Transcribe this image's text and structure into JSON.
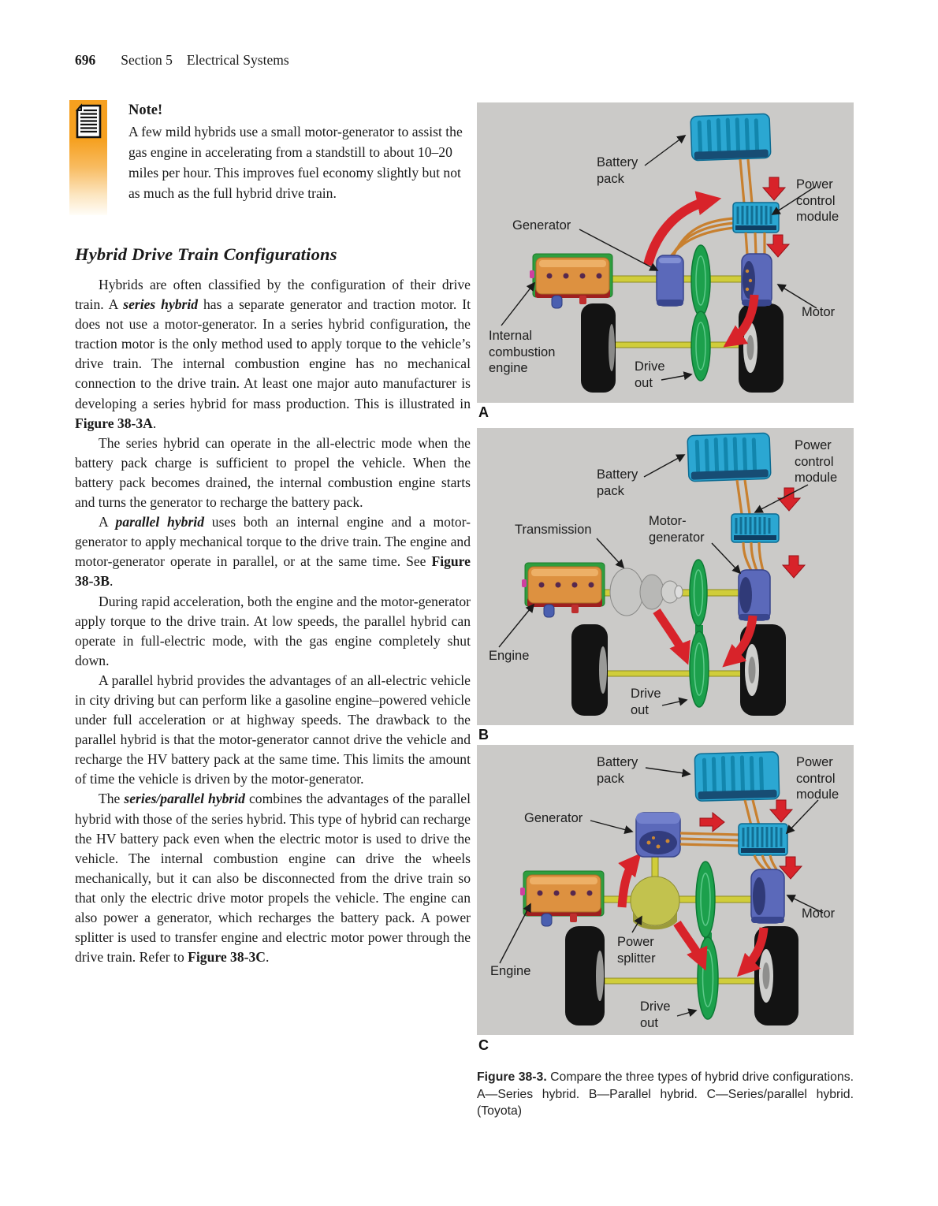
{
  "header": {
    "page_number": "696",
    "section": "Section 5",
    "title": "Electrical Systems"
  },
  "note": {
    "title": "Note!",
    "body": "A few mild hybrids use a small motor-generator to assist the gas engine in accelerating from a standstill to about 10–20 miles per hour. This improves fuel economy slightly but not as much as the full hybrid drive train."
  },
  "heading": "Hybrid Drive Train Configurations",
  "paragraphs": [
    [
      [
        "Hybrids are often classified by the configuration of their drive train. A ",
        "n"
      ],
      [
        "series hybrid",
        "bi"
      ],
      [
        " has a separate generator and traction motor. It does not use a motor-generator. In a series hybrid configuration, the traction motor is the only method used to apply torque to the vehicle’s drive train. The internal combustion engine has no mechanical connection to the drive train. At least one major auto manufacturer is developing a series hybrid for mass production. This is illustrated in ",
        "n"
      ],
      [
        "Figure 38-3A",
        "b"
      ],
      [
        ".",
        "n"
      ]
    ],
    [
      [
        "The series hybrid can operate in the all-electric mode when the battery pack charge is sufficient to propel the vehicle. When the battery pack becomes drained, the internal combustion engine starts and turns the generator to recharge the battery pack.",
        "n"
      ]
    ],
    [
      [
        "A ",
        "n"
      ],
      [
        "parallel hybrid",
        "bi"
      ],
      [
        " uses both an internal engine and a motor-generator to apply mechanical torque to the drive train. The engine and motor-generator operate in parallel, or at the same time. See ",
        "n"
      ],
      [
        "Figure 38-3B",
        "b"
      ],
      [
        ".",
        "n"
      ]
    ],
    [
      [
        "During rapid acceleration, both the engine and the motor-generator apply torque to the drive train. At low speeds, the parallel hybrid can operate in full-electric mode, with the gas engine completely shut down.",
        "n"
      ]
    ],
    [
      [
        "A parallel hybrid provides the advantages of an all-electric vehicle in city driving but can perform like a gasoline engine–powered vehicle under full acceleration or at highway speeds. The drawback to the parallel hybrid is that the motor-generator cannot drive the vehicle and recharge the HV battery pack at the same time. This limits the amount of time the vehicle is driven by the motor-generator.",
        "n"
      ]
    ],
    [
      [
        "The ",
        "n"
      ],
      [
        "series/parallel hybrid",
        "bi"
      ],
      [
        " combines the advantages of the parallel hybrid with those of the series hybrid. This type of hybrid can recharge the HV battery pack even when the electric motor is used to drive the vehicle. The internal combustion engine can drive the wheels mechanically, but it can also be disconnected from the drive train so that only the electric drive motor propels the vehicle. The engine can also power a generator, which recharges the battery pack. A power splitter is used to transfer engine and electric motor power through the drive train. Refer to ",
        "n"
      ],
      [
        "Figure 38-3C",
        "b"
      ],
      [
        ".",
        "n"
      ]
    ]
  ],
  "figure": {
    "panels": [
      {
        "letter": "A",
        "labels": {
          "battery": "Battery\npack",
          "pcm": "Power\ncontrol\nmodule",
          "generator": "Generator",
          "engine": "Internal\ncombustion\nengine",
          "motor": "Motor",
          "drive": "Drive\nout"
        }
      },
      {
        "letter": "B",
        "labels": {
          "battery": "Battery\npack",
          "pcm": "Power\ncontrol\nmodule",
          "transmission": "Transmission",
          "motorgen": "Motor-\ngenerator",
          "engine": "Engine",
          "drive": "Drive\nout"
        }
      },
      {
        "letter": "C",
        "labels": {
          "battery": "Battery\npack",
          "pcm": "Power\ncontrol\nmodule",
          "generator": "Generator",
          "splitter": "Power\nsplitter",
          "engine": "Engine",
          "motor": "Motor",
          "drive": "Drive\nout"
        }
      }
    ],
    "caption_bold": "Figure 38-3.",
    "caption_text": " Compare the three types of hybrid drive configurations. A—Series hybrid. B—Parallel hybrid. C—Series/parallel hybrid.  (Toyota)"
  },
  "colors": {
    "note_orange": "#f6a01f",
    "panel_bg": "#cbcac8",
    "battery_teal": "#2ba7d2",
    "engine_orange": "#dd9140",
    "motor_blue": "#5b69ba",
    "flywheel_green": "#1ca04c",
    "shaft_yellow": "#d0cd3a",
    "cable_orange": "#c8802f",
    "arrow_red": "#d8232a",
    "splitter_yellow": "#c2c24e",
    "transmission_gray": "#c6c6c4"
  }
}
